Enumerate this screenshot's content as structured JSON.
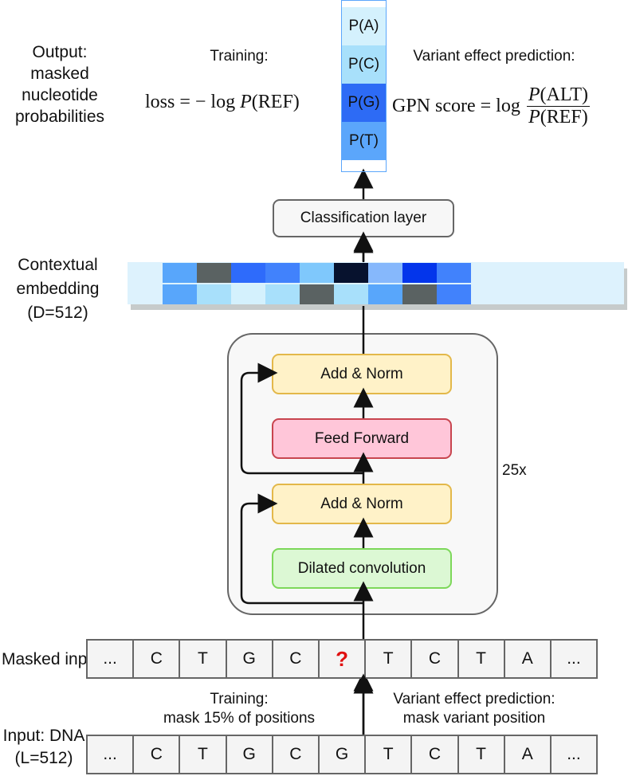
{
  "labels": {
    "output": [
      "Output:",
      "masked",
      "nucleotide",
      "probabilities"
    ],
    "contextual_embedding": [
      "Contextual",
      "embedding",
      "(D=512)"
    ],
    "masked_input": "Masked input",
    "input_dna": [
      "Input: DNA",
      "(L=512)"
    ],
    "repeat": "25x"
  },
  "training_top": {
    "title": "Training:",
    "formula_lhs": "loss",
    "formula_rhs": "= − log ",
    "formula_p": "P",
    "formula_arg": "(REF)"
  },
  "vep_top": {
    "title": "Variant effect prediction:",
    "formula_lhs": "GPN score = log",
    "numerator_p": "P",
    "numerator_arg": "(ALT)",
    "denominator_p": "P",
    "denominator_arg": "(REF)"
  },
  "probabilities": [
    {
      "label": "P(A)",
      "color": "#d4f1fd"
    },
    {
      "label": "P(C)",
      "color": "#a8e0fb"
    },
    {
      "label": "P(G)",
      "color": "#2d6bf5"
    },
    {
      "label": "P(T)",
      "color": "#5ba6fb"
    }
  ],
  "blocks": {
    "classification": "Classification layer",
    "add_norm_top": "Add & Norm",
    "feed_forward": "Feed Forward",
    "add_norm_bottom": "Add & Norm",
    "dilated_conv": "Dilated convolution"
  },
  "embedding": {
    "row1": [
      "#58a6fb",
      "#5a6262",
      "#2e6bfb",
      "#4182fc",
      "#7fc8fc",
      "#07122e",
      "#86b8fc",
      "#0335eb",
      "#4182fc"
    ],
    "row2": [
      "#58a6fb",
      "#a8e0fb",
      "#d4f1fd",
      "#a8e0fb",
      "#5a6262",
      "#a8e0fb",
      "#58a6fb",
      "#5a6262",
      "#4182fc"
    ]
  },
  "masked_sequence": [
    "...",
    "C",
    "T",
    "G",
    "C",
    "?",
    "T",
    "C",
    "T",
    "A",
    "..."
  ],
  "input_sequence": [
    "...",
    "C",
    "T",
    "G",
    "C",
    "G",
    "T",
    "C",
    "T",
    "A",
    "..."
  ],
  "mask_notes": {
    "training": [
      "Training:",
      "mask 15% of positions"
    ],
    "vep": [
      "Variant effect prediction:",
      "mask variant position"
    ]
  }
}
